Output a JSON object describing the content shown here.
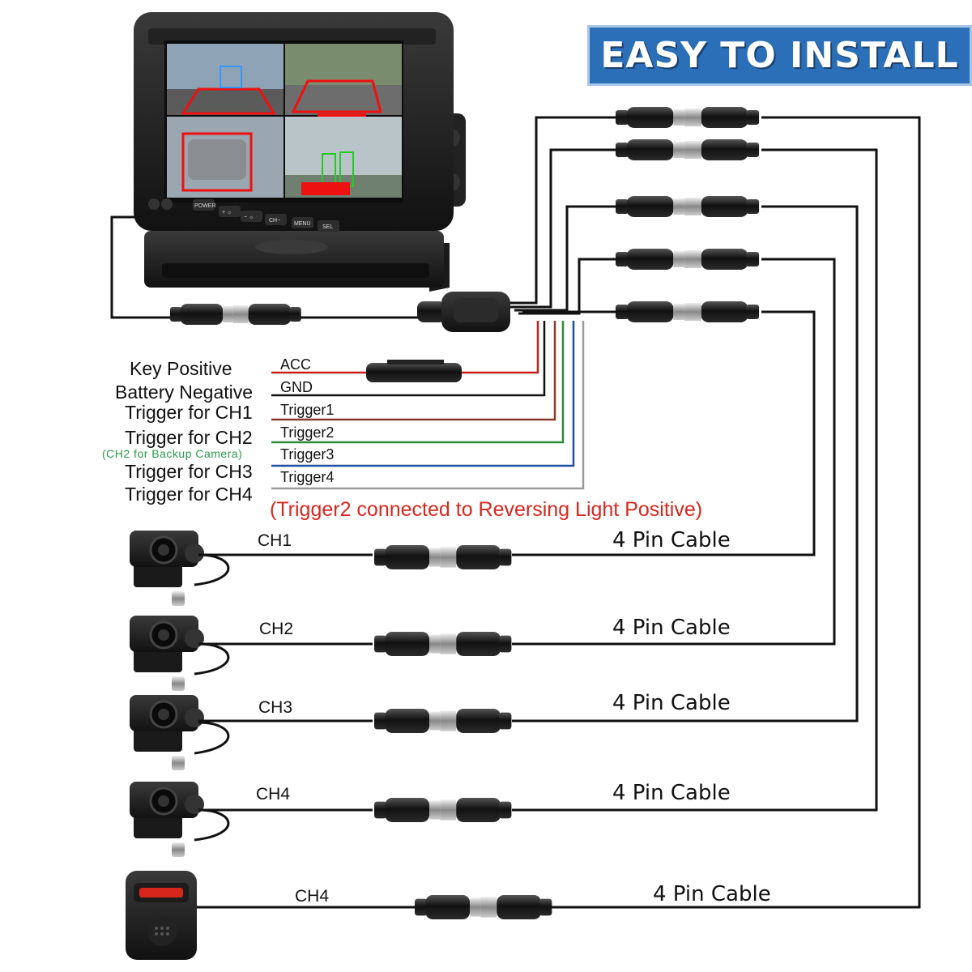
{
  "banner": {
    "title": "EASY TO INSTALL"
  },
  "monitor": {
    "buttons": [
      "POWER",
      "+ ☼",
      "− ☼",
      "CH−",
      "MENU",
      "SEL"
    ]
  },
  "left_labels": {
    "key_positive": "Key Positive",
    "battery_negative": "Battery Negative",
    "trigger_ch1": "Trigger for CH1",
    "trigger_ch2": "Trigger for CH2",
    "ch2_note": "(CH2 for Backup Camera)",
    "trigger_ch3": "Trigger for CH3",
    "trigger_ch4": "Trigger for CH4"
  },
  "wires": {
    "acc": "ACC",
    "gnd": "GND",
    "trigger1": "Trigger1",
    "trigger2": "Trigger2",
    "trigger3": "Trigger3",
    "trigger4": "Trigger4"
  },
  "wire_colors": {
    "acc": "#c8201e",
    "gnd": "#111111",
    "trigger1": "#8b3a2a",
    "trigger2": "#2e8b3a",
    "trigger3": "#1f4fa0",
    "trigger4": "#9a9a9a"
  },
  "note": "(Trigger2 connected to Reversing Light Positive)",
  "channels": [
    {
      "ch": "CH1",
      "cable": "4 Pin Cable"
    },
    {
      "ch": "CH2",
      "cable": "4 Pin Cable"
    },
    {
      "ch": "CH3",
      "cable": "4 Pin Cable"
    },
    {
      "ch": "CH4",
      "cable": "4 Pin Cable"
    },
    {
      "ch": "CH4",
      "cable": "4 Pin Cable"
    }
  ],
  "icons": [
    "monitor-icon",
    "camera-icon",
    "alarm-box-icon",
    "connector-icon",
    "fuse-icon"
  ]
}
